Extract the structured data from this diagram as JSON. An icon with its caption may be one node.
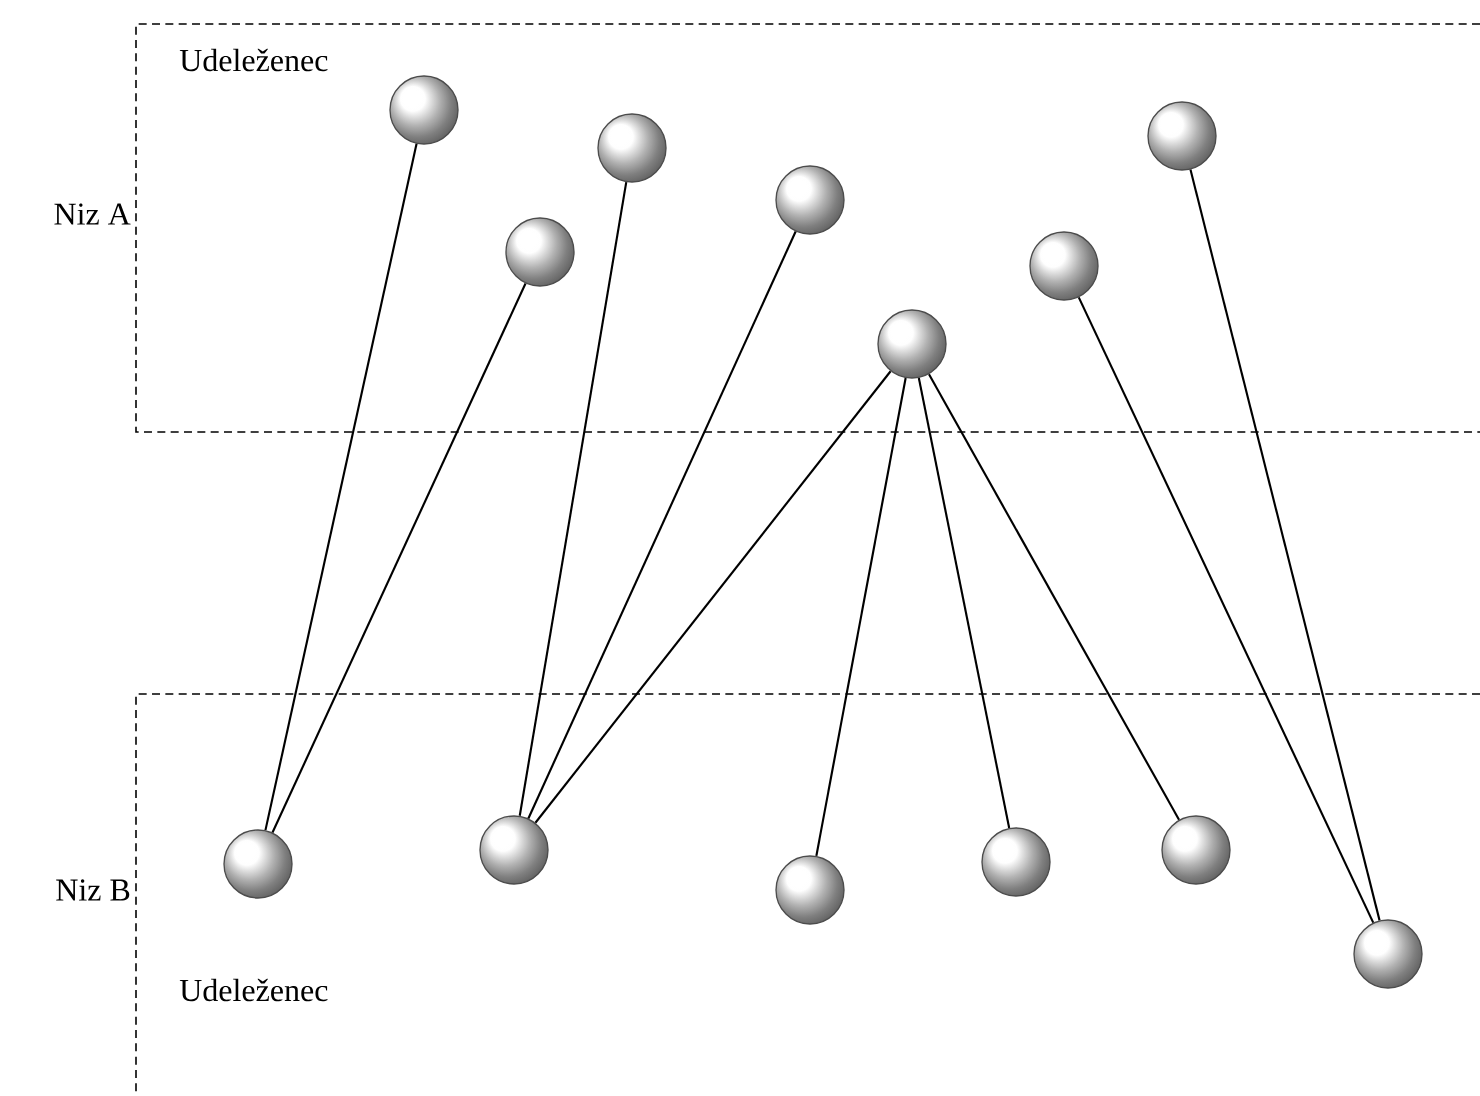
{
  "diagram": {
    "nodes": [
      {
        "text": [
          "Udeleženec"
        ],
        "beside": [
          "Niz A"
        ]
      },
      {
        "text": [],
        "shape": "circle",
        "in": 0
      },
      {
        "text": [],
        "shape": "circle",
        "in": 0
      },
      {
        "text": [],
        "shape": "circle",
        "in": 0
      },
      {
        "text": [],
        "shape": "circle",
        "in": 0
      },
      {
        "text": [],
        "shape": "circle",
        "in": 0
      },
      {
        "text": [],
        "shape": "circle",
        "in": 0
      },
      {
        "text": [],
        "shape": "circle",
        "in": 0
      },
      {
        "text": [
          "Udeleženec"
        ],
        "beside": [
          "Niz B"
        ]
      },
      {
        "text": [],
        "shape": "circle",
        "in": 8
      },
      {
        "text": [],
        "shape": "circle",
        "in": 8
      },
      {
        "text": [],
        "shape": "circle",
        "in": 8
      },
      {
        "text": [],
        "shape": "circle",
        "in": 8
      },
      {
        "text": [],
        "shape": "circle",
        "in": 8
      },
      {
        "text": [],
        "shape": "circle",
        "in": 8
      }
    ],
    "edges": [
      {
        "from": 1,
        "to": 9,
        "arrow": "none"
      },
      {
        "from": 2,
        "to": 9,
        "arrow": "none"
      },
      {
        "from": 3,
        "to": 10,
        "arrow": "none"
      },
      {
        "from": 4,
        "to": 10,
        "arrow": "none"
      },
      {
        "from": 5,
        "to": 10,
        "arrow": "none"
      },
      {
        "from": 5,
        "to": 11,
        "arrow": "none"
      },
      {
        "from": 5,
        "to": 12,
        "arrow": "none"
      },
      {
        "from": 5,
        "to": 13,
        "arrow": "none"
      },
      {
        "from": 6,
        "to": 14,
        "arrow": "none"
      },
      {
        "from": 7,
        "to": 14,
        "arrow": "none"
      }
    ]
  }
}
